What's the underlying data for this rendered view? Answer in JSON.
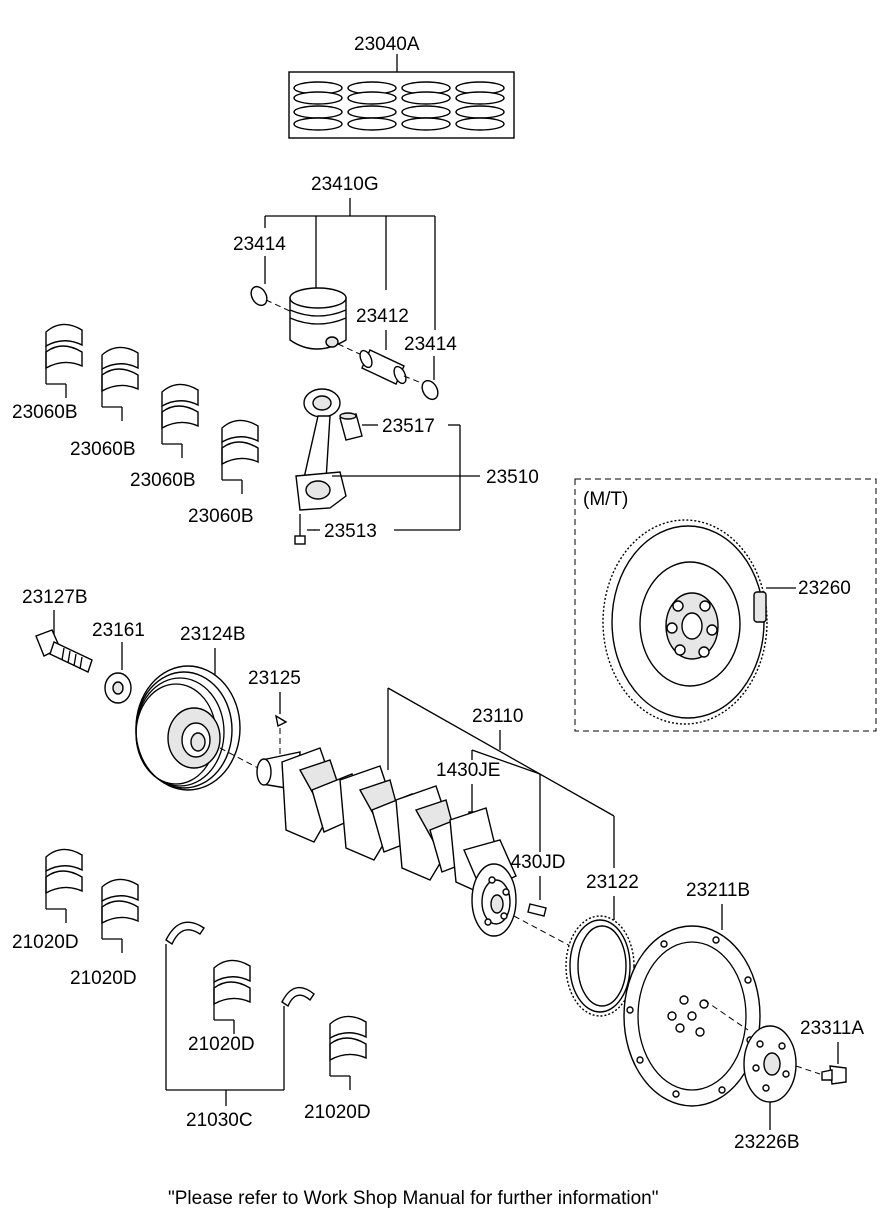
{
  "labels": {
    "piston_ring_set": "23040A",
    "piston_assembly": "23410G",
    "snap_ring_left": "23414",
    "piston_pin": "23412",
    "snap_ring_right": "23414",
    "bearing_upper_1": "23060B",
    "bearing_upper_2": "23060B",
    "bearing_upper_3": "23060B",
    "bearing_upper_4": "23060B",
    "conrod_bearing": "23517",
    "conrod_assembly": "23510",
    "conrod_bolt": "23513",
    "mt_group": "(M/T)",
    "flywheel": "23260",
    "pulley_bolt": "23127B",
    "washer": "23161",
    "damper_pulley": "23124B",
    "key": "23125",
    "crankshaft": "23110",
    "pin_1430je": "1430JE",
    "pin_1430jd": "1430JD",
    "ring_gear": "23122",
    "drive_plate": "23211B",
    "plate_bolt": "23311A",
    "adapter_plate": "23226B",
    "bearing_lower_1": "21020D",
    "bearing_lower_2": "21020D",
    "bearing_lower_3": "21020D",
    "bearing_lower_4": "21020D",
    "thrust_washer": "21030C"
  },
  "footer_note": "\"Please refer to Work Shop Manual for further information\""
}
